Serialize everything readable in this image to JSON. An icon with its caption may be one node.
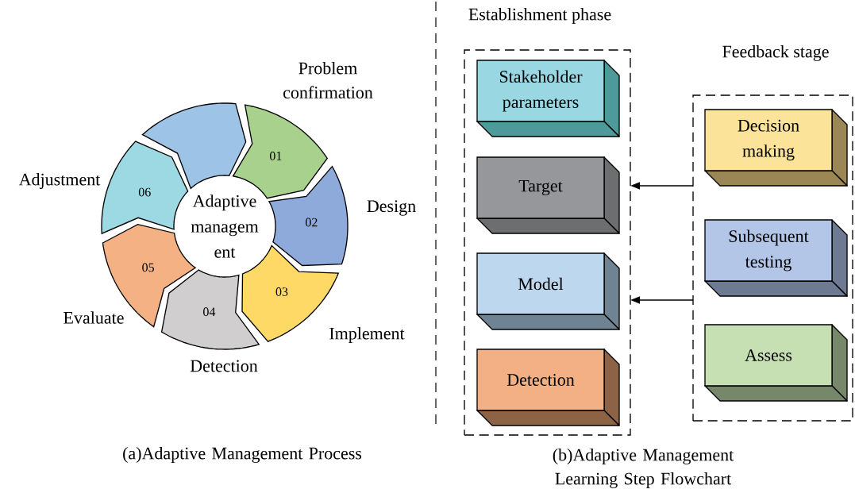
{
  "diagram": {
    "nodes": [
      {
        "text": [
          "01"
        ],
        "beside": [
          "Problem confirmation"
        ]
      },
      {
        "text": [
          "02"
        ],
        "beside": [
          "Design"
        ]
      },
      {
        "text": [
          "03"
        ],
        "beside": [
          "Implement"
        ]
      },
      {
        "text": [
          "04"
        ],
        "beside": [
          "Detection"
        ]
      },
      {
        "text": [
          "05"
        ],
        "beside": [
          "Evaluate"
        ]
      },
      {
        "text": [
          "06"
        ],
        "beside": [
          "Adjustment"
        ]
      },
      {
        "text": [],
        "shape": "segment"
      },
      {
        "text": [
          "Adaptive managem ent"
        ]
      },
      {
        "text": [
          "Establishment phase"
        ]
      },
      {
        "text": [
          "Stakeholder parameters"
        ],
        "in": 8
      },
      {
        "text": [
          "Target"
        ],
        "in": 8
      },
      {
        "text": [
          "Model"
        ],
        "in": 8
      },
      {
        "text": [
          "Detection"
        ],
        "in": 8
      },
      {
        "text": [
          "Feedback stage"
        ]
      },
      {
        "text": [
          "Decision making"
        ],
        "in": 13
      },
      {
        "text": [
          "Subsequent testing"
        ],
        "in": 13
      },
      {
        "text": [
          "Assess"
        ],
        "in": 13
      }
    ],
    "edges": [
      {
        "from": 13,
        "to": 8,
        "arrow": "to"
      },
      {
        "from": 13,
        "to": 8,
        "arrow": "to"
      }
    ],
    "labels": [
      "(a)Adaptive Management Process",
      "(b)Adaptive Management Learning Step Flowchart"
    ]
  }
}
